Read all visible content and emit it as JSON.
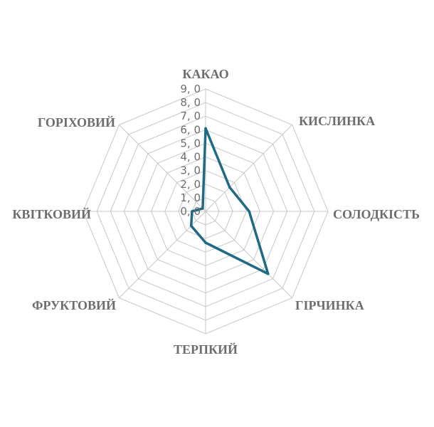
{
  "chart_data": {
    "type": "radar",
    "categories": [
      "КАКАО",
      "КИСЛИНКА",
      "СОЛОДКІСТЬ",
      "ГІРЧИНКА",
      "ТЕРПКИЙ",
      "ФРУКТОВИЙ",
      "КВІТКОВИЙ",
      "ГОРІХОВИЙ"
    ],
    "series": [
      {
        "values": [
          6.1,
          2.5,
          3.2,
          6.5,
          2.3,
          1.5,
          1.0,
          0.3
        ]
      }
    ],
    "range": [
      0,
      9
    ],
    "ticks": [
      0,
      1,
      2,
      3,
      4,
      5,
      6,
      7,
      8,
      9
    ],
    "tick_labels": [
      "0, 0",
      "1, 0",
      "2, 0",
      "3, 0",
      "4, 0",
      "5, 0",
      "6, 0",
      "7, 0",
      "8, 0",
      "9, 0"
    ],
    "grid": true,
    "legend": "none",
    "colors": {
      "series": "#1f6b84",
      "grid": "#c8c8c8",
      "text": "#6d6d6d"
    }
  }
}
